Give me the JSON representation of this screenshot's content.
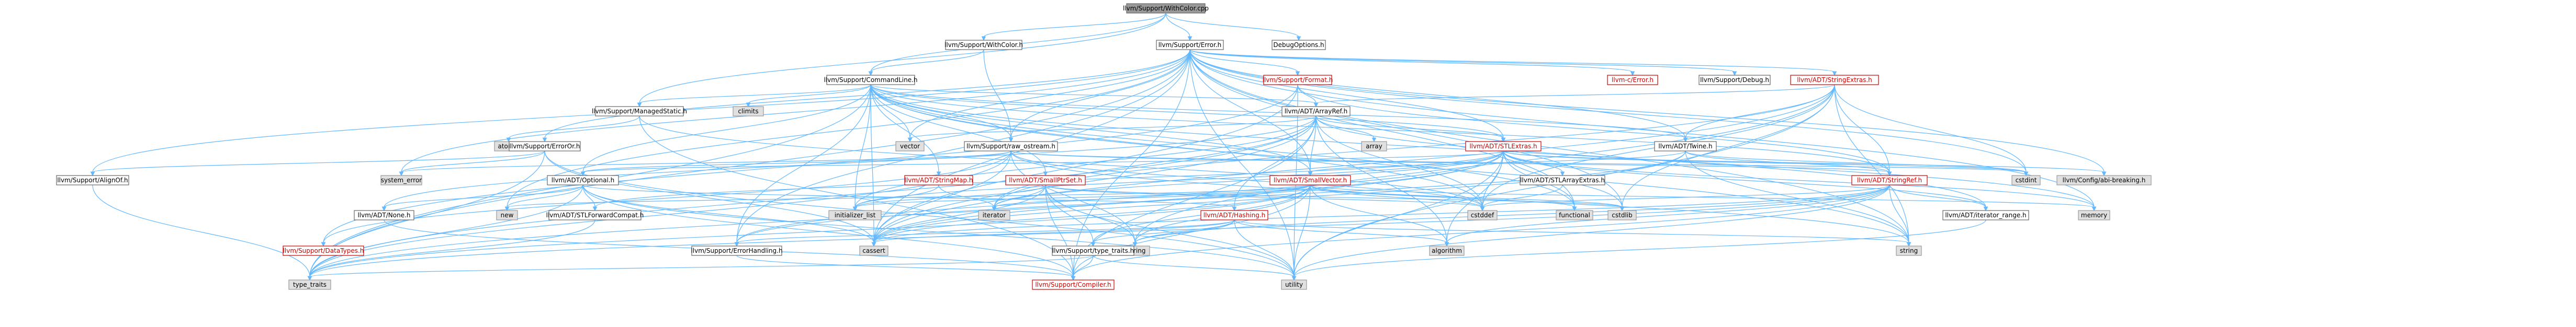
{
  "graph": {
    "title": "",
    "colors": {
      "edge": "#63b8ff",
      "node_border": "#666666",
      "root_fill": "#999999",
      "plain_fill": "#ffffff",
      "system_fill": "#e0e0e0",
      "linked_text": "#cc0000",
      "linked_border": "#cc0000"
    },
    "nodes": [
      {
        "id": "root",
        "label": "llvm/Support/WithColor.cpp",
        "kind": "root"
      },
      {
        "id": "withcolor_h",
        "label": "llvm/Support/WithColor.h",
        "kind": "plain"
      },
      {
        "id": "error_h",
        "label": "llvm/Support/Error.h",
        "kind": "plain"
      },
      {
        "id": "debugoptions",
        "label": "DebugOptions.h",
        "kind": "plain"
      },
      {
        "id": "commandline",
        "label": "llvm/Support/CommandLine.h",
        "kind": "plain"
      },
      {
        "id": "format_h",
        "label": "llvm/Support/Format.h",
        "kind": "linked"
      },
      {
        "id": "c_error",
        "label": "llvm-c/Error.h",
        "kind": "linked"
      },
      {
        "id": "debug_h",
        "label": "llvm/Support/Debug.h",
        "kind": "plain"
      },
      {
        "id": "stringextras",
        "label": "llvm/ADT/StringExtras.h",
        "kind": "linked"
      },
      {
        "id": "managedstatic",
        "label": "llvm/Support/ManagedStatic.h",
        "kind": "plain"
      },
      {
        "id": "climits",
        "label": "climits",
        "kind": "system"
      },
      {
        "id": "arrayref",
        "label": "llvm/ADT/ArrayRef.h",
        "kind": "plain"
      },
      {
        "id": "atomic",
        "label": "atomic",
        "kind": "system"
      },
      {
        "id": "vector",
        "label": "vector",
        "kind": "system"
      },
      {
        "id": "array",
        "label": "array",
        "kind": "system"
      },
      {
        "id": "twine",
        "label": "llvm/ADT/Twine.h",
        "kind": "plain"
      },
      {
        "id": "erroror",
        "label": "llvm/Support/ErrorOr.h",
        "kind": "plain"
      },
      {
        "id": "raw_ostream",
        "label": "llvm/Support/raw_ostream.h",
        "kind": "plain"
      },
      {
        "id": "stlextras",
        "label": "llvm/ADT/STLExtras.h",
        "kind": "linked"
      },
      {
        "id": "stlarrayextras",
        "label": "llvm/ADT/STLArrayExtras.h",
        "kind": "plain"
      },
      {
        "id": "alignof",
        "label": "llvm/Support/AlignOf.h",
        "kind": "plain"
      },
      {
        "id": "system_error",
        "label": "system_error",
        "kind": "system"
      },
      {
        "id": "optional",
        "label": "llvm/ADT/Optional.h",
        "kind": "plain"
      },
      {
        "id": "stringmap",
        "label": "llvm/ADT/StringMap.h",
        "kind": "linked"
      },
      {
        "id": "smallptrset",
        "label": "llvm/ADT/SmallPtrSet.h",
        "kind": "linked"
      },
      {
        "id": "smallvector",
        "label": "llvm/ADT/SmallVector.h",
        "kind": "linked"
      },
      {
        "id": "stringref",
        "label": "llvm/ADT/StringRef.h",
        "kind": "linked"
      },
      {
        "id": "cstdint",
        "label": "cstdint",
        "kind": "system"
      },
      {
        "id": "compiler_breaking",
        "label": "llvm/Config/abi-breaking.h",
        "kind": "system"
      },
      {
        "id": "none_h",
        "label": "llvm/ADT/None.h",
        "kind": "plain"
      },
      {
        "id": "new",
        "label": "new",
        "kind": "system"
      },
      {
        "id": "stlforwardcompat",
        "label": "llvm/ADT/STLForwardCompat.h",
        "kind": "plain"
      },
      {
        "id": "initializer_list",
        "label": "initializer_list",
        "kind": "system"
      },
      {
        "id": "iterator",
        "label": "iterator",
        "kind": "system"
      },
      {
        "id": "hashing",
        "label": "llvm/ADT/Hashing.h",
        "kind": "linked"
      },
      {
        "id": "cstddef",
        "label": "cstddef",
        "kind": "system"
      },
      {
        "id": "functional",
        "label": "functional",
        "kind": "system"
      },
      {
        "id": "cstdlib",
        "label": "cstdlib",
        "kind": "system"
      },
      {
        "id": "iterator_range",
        "label": "llvm/ADT/iterator_range.h",
        "kind": "plain"
      },
      {
        "id": "memory",
        "label": "memory",
        "kind": "system"
      },
      {
        "id": "datatypes",
        "label": "llvm/Support/DataTypes.h",
        "kind": "linked"
      },
      {
        "id": "errorhandling",
        "label": "llvm/Support/ErrorHandling.h",
        "kind": "plain"
      },
      {
        "id": "cassert",
        "label": "cassert",
        "kind": "system"
      },
      {
        "id": "cstring",
        "label": "cstring",
        "kind": "system"
      },
      {
        "id": "type_traits_llvm",
        "label": "llvm/Support/type_traits.h",
        "kind": "plain"
      },
      {
        "id": "algorithm",
        "label": "algorithm",
        "kind": "system"
      },
      {
        "id": "string",
        "label": "string",
        "kind": "system"
      },
      {
        "id": "type_traits",
        "label": "type_traits",
        "kind": "system"
      },
      {
        "id": "compiler",
        "label": "llvm/Support/Compiler.h",
        "kind": "linked"
      },
      {
        "id": "utility",
        "label": "utility",
        "kind": "system"
      }
    ],
    "edges": [
      [
        "root",
        "withcolor_h"
      ],
      [
        "root",
        "error_h"
      ],
      [
        "root",
        "debugoptions"
      ],
      [
        "root",
        "commandline"
      ],
      [
        "root",
        "managedstatic"
      ],
      [
        "withcolor_h",
        "commandline"
      ],
      [
        "withcolor_h",
        "raw_ostream"
      ],
      [
        "error_h",
        "c_error"
      ],
      [
        "error_h",
        "stringextras"
      ],
      [
        "error_h",
        "twine"
      ],
      [
        "error_h",
        "format_h"
      ],
      [
        "error_h",
        "debug_h"
      ],
      [
        "error_h",
        "erroror"
      ],
      [
        "error_h",
        "raw_ostream"
      ],
      [
        "error_h",
        "alignof"
      ],
      [
        "error_h",
        "stlextras"
      ],
      [
        "error_h",
        "smallvector"
      ],
      [
        "error_h",
        "compiler_breaking"
      ],
      [
        "error_h",
        "errorhandling"
      ],
      [
        "error_h",
        "compiler"
      ],
      [
        "error_h",
        "cassert"
      ],
      [
        "error_h",
        "cstdint"
      ],
      [
        "error_h",
        "cstdlib"
      ],
      [
        "error_h",
        "functional"
      ],
      [
        "error_h",
        "memory"
      ],
      [
        "error_h",
        "new"
      ],
      [
        "error_h",
        "string"
      ],
      [
        "error_h",
        "system_error"
      ],
      [
        "error_h",
        "type_traits"
      ],
      [
        "error_h",
        "utility"
      ],
      [
        "error_h",
        "vector"
      ],
      [
        "commandline",
        "arrayref"
      ],
      [
        "commandline",
        "stlextras"
      ],
      [
        "commandline",
        "smallptrset"
      ],
      [
        "commandline",
        "smallvector"
      ],
      [
        "commandline",
        "stringmap"
      ],
      [
        "commandline",
        "stringref"
      ],
      [
        "commandline",
        "twine"
      ],
      [
        "commandline",
        "iterator_range"
      ],
      [
        "commandline",
        "errorhandling"
      ],
      [
        "commandline",
        "managedstatic"
      ],
      [
        "commandline",
        "raw_ostream"
      ],
      [
        "commandline",
        "optional"
      ],
      [
        "commandline",
        "cassert"
      ],
      [
        "commandline",
        "climits"
      ],
      [
        "commandline",
        "cstddef"
      ],
      [
        "commandline",
        "functional"
      ],
      [
        "commandline",
        "initializer_list"
      ],
      [
        "commandline",
        "string"
      ],
      [
        "commandline",
        "type_traits"
      ],
      [
        "commandline",
        "vector"
      ],
      [
        "format_h",
        "arrayref"
      ],
      [
        "format_h",
        "stringref"
      ],
      [
        "format_h",
        "datatypes"
      ],
      [
        "format_h",
        "cassert"
      ],
      [
        "format_h",
        "cstdio"
      ],
      [
        "format_h",
        "tuple"
      ],
      [
        "format_h",
        "utility"
      ],
      [
        "stringextras",
        "arrayref"
      ],
      [
        "stringextras",
        "smallstring"
      ],
      [
        "stringextras",
        "stringref"
      ],
      [
        "stringextras",
        "twine"
      ],
      [
        "stringextras",
        "iterator"
      ],
      [
        "stringextras",
        "cassert"
      ],
      [
        "stringextras",
        "cstddef"
      ],
      [
        "stringextras",
        "cstdint"
      ],
      [
        "stringextras",
        "cstdlib"
      ],
      [
        "stringextras",
        "cstring"
      ],
      [
        "stringextras",
        "string"
      ],
      [
        "stringextras",
        "utility"
      ],
      [
        "managedstatic",
        "compiler"
      ],
      [
        "managedstatic",
        "atomic"
      ],
      [
        "managedstatic",
        "cstddef"
      ],
      [
        "arrayref",
        "hashing"
      ],
      [
        "arrayref",
        "none_h"
      ],
      [
        "arrayref",
        "smallvector"
      ],
      [
        "arrayref",
        "stlextras"
      ],
      [
        "arrayref",
        "compiler"
      ],
      [
        "arrayref",
        "algorithm"
      ],
      [
        "arrayref",
        "array"
      ],
      [
        "arrayref",
        "cassert"
      ],
      [
        "arrayref",
        "cstddef"
      ],
      [
        "arrayref",
        "initializer_list"
      ],
      [
        "arrayref",
        "iterator"
      ],
      [
        "arrayref",
        "memory"
      ],
      [
        "arrayref",
        "type_traits"
      ],
      [
        "arrayref",
        "vector"
      ],
      [
        "twine",
        "smallvector"
      ],
      [
        "twine",
        "stringref"
      ],
      [
        "twine",
        "errorhandling"
      ],
      [
        "twine",
        "cassert"
      ],
      [
        "twine",
        "cstdint"
      ],
      [
        "twine",
        "string"
      ],
      [
        "erroror",
        "alignof"
      ],
      [
        "erroror",
        "cassert"
      ],
      [
        "erroror",
        "system_error"
      ],
      [
        "erroror",
        "type_traits"
      ],
      [
        "erroror",
        "utility"
      ],
      [
        "raw_ostream",
        "stringref"
      ],
      [
        "raw_ostream",
        "datatypes"
      ],
      [
        "raw_ostream",
        "optional"
      ],
      [
        "raw_ostream",
        "cassert"
      ],
      [
        "raw_ostream",
        "cstddef"
      ],
      [
        "raw_ostream",
        "cstdint"
      ],
      [
        "raw_ostream",
        "cstring"
      ],
      [
        "raw_ostream",
        "string"
      ],
      [
        "raw_ostream",
        "system_error"
      ],
      [
        "raw_ostream",
        "type_traits"
      ],
      [
        "stlextras",
        "optional"
      ],
      [
        "stlextras",
        "stlarrayextras"
      ],
      [
        "stlextras",
        "stlforwardcompat"
      ],
      [
        "stlextras",
        "iterator_range"
      ],
      [
        "stlextras",
        "errorhandling"
      ],
      [
        "stlextras",
        "algorithm"
      ],
      [
        "stlextras",
        "cassert"
      ],
      [
        "stlextras",
        "cstddef"
      ],
      [
        "stlextras",
        "cstdint"
      ],
      [
        "stlextras",
        "cstdlib"
      ],
      [
        "stlextras",
        "functional"
      ],
      [
        "stlextras",
        "initializer_list"
      ],
      [
        "stlextras",
        "iterator"
      ],
      [
        "stlextras",
        "limits"
      ],
      [
        "stlextras",
        "memory"
      ],
      [
        "stlextras",
        "tuple"
      ],
      [
        "stlextras",
        "type_traits"
      ],
      [
        "stlextras",
        "utility"
      ],
      [
        "stlextras",
        "compiler_breaking"
      ],
      [
        "stlarrayextras",
        "cstddef"
      ],
      [
        "alignof",
        "type_traits"
      ],
      [
        "optional",
        "hashing"
      ],
      [
        "optional",
        "none_h"
      ],
      [
        "optional",
        "stlforwardcompat"
      ],
      [
        "optional",
        "compiler"
      ],
      [
        "optional",
        "type_traits"
      ],
      [
        "optional",
        "cassert"
      ],
      [
        "optional",
        "new"
      ],
      [
        "optional",
        "utility"
      ],
      [
        "stringmap",
        "stringmapentry"
      ],
      [
        "stringmap",
        "iterator"
      ],
      [
        "stringmap",
        "allocatorbase"
      ],
      [
        "stringmap",
        "initializer_list"
      ],
      [
        "smallptrset",
        "epochtracker"
      ],
      [
        "smallptrset",
        "compiler"
      ],
      [
        "smallptrset",
        "reversebits"
      ],
      [
        "smallptrset",
        "type_traits_llvm"
      ],
      [
        "smallptrset",
        "cassert"
      ],
      [
        "smallptrset",
        "cstddef"
      ],
      [
        "smallptrset",
        "cstdlib"
      ],
      [
        "smallptrset",
        "cstring"
      ],
      [
        "smallptrset",
        "initializer_list"
      ],
      [
        "smallptrset",
        "iterator"
      ],
      [
        "smallptrset",
        "utility"
      ],
      [
        "smallvector",
        "compiler"
      ],
      [
        "smallvector",
        "type_traits_llvm"
      ],
      [
        "smallvector",
        "algorithm"
      ],
      [
        "smallvector",
        "cassert"
      ],
      [
        "smallvector",
        "cstddef"
      ],
      [
        "smallvector",
        "cstdlib"
      ],
      [
        "smallvector",
        "cstring"
      ],
      [
        "smallvector",
        "functional"
      ],
      [
        "smallvector",
        "initializer_list"
      ],
      [
        "smallvector",
        "iterator"
      ],
      [
        "smallvector",
        "limits"
      ],
      [
        "smallvector",
        "memory"
      ],
      [
        "smallvector",
        "new"
      ],
      [
        "smallvector",
        "type_traits"
      ],
      [
        "smallvector",
        "utility"
      ],
      [
        "stringref",
        "stlfunctionalextras"
      ],
      [
        "stringref",
        "iterator_range"
      ],
      [
        "stringref",
        "compiler"
      ],
      [
        "stringref",
        "algorithm"
      ],
      [
        "stringref",
        "cassert"
      ],
      [
        "stringref",
        "cstddef"
      ],
      [
        "stringref",
        "cstring"
      ],
      [
        "stringref",
        "limits"
      ],
      [
        "stringref",
        "string"
      ],
      [
        "stringref",
        "type_traits"
      ],
      [
        "stringref",
        "utility"
      ],
      [
        "none_h",
        "compiler"
      ],
      [
        "stlforwardcompat",
        "type_traits"
      ],
      [
        "hashing",
        "errorhandling"
      ],
      [
        "hashing",
        "swapbyteorder"
      ],
      [
        "hashing",
        "type_traits_llvm"
      ],
      [
        "hashing",
        "algorithm"
      ],
      [
        "hashing",
        "cassert"
      ],
      [
        "hashing",
        "cstring"
      ],
      [
        "hashing",
        "string"
      ],
      [
        "hashing",
        "tuple"
      ],
      [
        "hashing",
        "utility"
      ],
      [
        "iterator_range",
        "utility"
      ],
      [
        "errorhandling",
        "compiler"
      ],
      [
        "type_traits_llvm",
        "compiler"
      ],
      [
        "type_traits_llvm",
        "type_traits"
      ],
      [
        "type_traits_llvm",
        "utility"
      ]
    ]
  }
}
